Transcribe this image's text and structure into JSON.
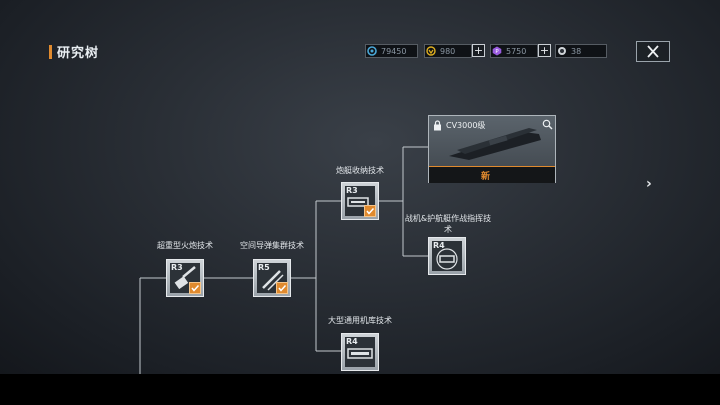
{
  "header": {
    "title": "研究树"
  },
  "resources": [
    {
      "icon": "credit-coin-icon",
      "value": "79450",
      "color": "#4aa8d8"
    },
    {
      "icon": "gold-coin-icon",
      "value": "980",
      "color": "#e0b020"
    },
    {
      "icon": "purple-crystal-icon",
      "value": "5750",
      "color": "#9a5ce0"
    },
    {
      "icon": "blueprint-token-icon",
      "value": "38",
      "color": "#cfd4d8"
    }
  ],
  "tree": {
    "nodes": [
      {
        "label": "超重型火炮技术",
        "rank": "R3",
        "checked": true
      },
      {
        "label": "空间导弹集群技术",
        "rank": "R5",
        "checked": true
      },
      {
        "label": "炮艇收纳技术",
        "rank": "R3",
        "checked": true
      },
      {
        "label": "战机&护航艇作战指挥技术",
        "rank": "R4",
        "checked": false
      },
      {
        "label": "大型通用机库技术",
        "rank": "R4",
        "checked": false
      }
    ],
    "unlock_card": {
      "name": "CV3000级",
      "badge": "新"
    }
  },
  "colors": {
    "accent": "#e08a2e",
    "line": "#c2c8cd"
  }
}
